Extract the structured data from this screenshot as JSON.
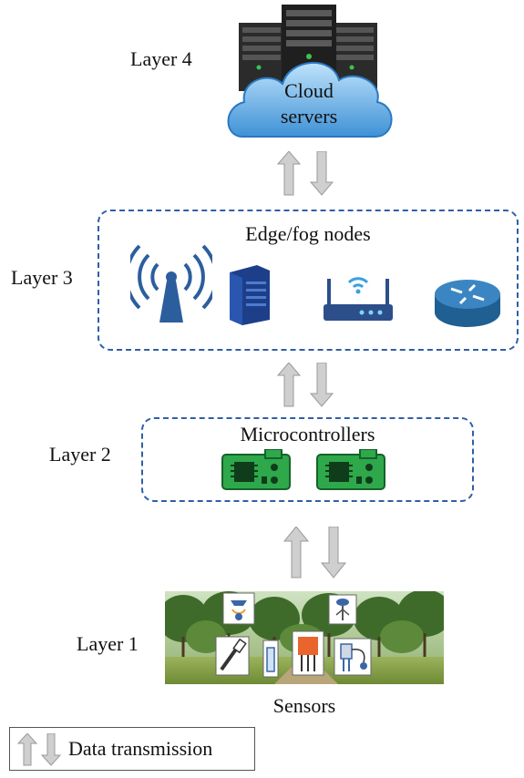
{
  "layers": {
    "layer4": {
      "label": "Layer 4",
      "cloud_line1": "Cloud",
      "cloud_line2": "servers"
    },
    "layer3": {
      "label": "Layer 3",
      "title": "Edge/fog nodes"
    },
    "layer2": {
      "label": "Layer 2",
      "title": "Microcontrollers"
    },
    "layer1": {
      "label": "Layer 1",
      "caption": "Sensors"
    }
  },
  "legend": {
    "text": "Data transmission"
  },
  "icons": {
    "cloud": "cloud-icon",
    "servers": "server-rack-icon",
    "antenna": "wireless-antenna-icon",
    "server": "server-tower-icon",
    "router": "wifi-router-icon",
    "switch": "network-switch-icon",
    "mcu": "microcontroller-board-icon",
    "arrows": "bidirectional-arrows-icon"
  },
  "colors": {
    "box_border": "#2f5fa7",
    "cloud": "#59a8e0",
    "arrow": "#c8c8c8",
    "board": "#2ea84a",
    "icon_blue": "#2c5e9e"
  }
}
